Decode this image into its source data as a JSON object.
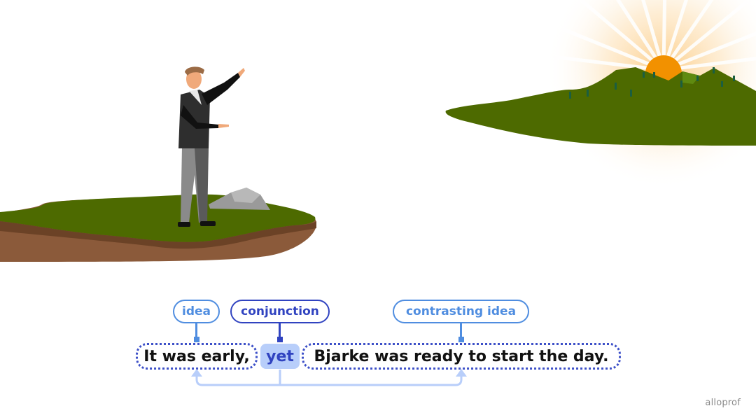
{
  "sentence": {
    "idea": "It was early,",
    "conjunction": "yet",
    "contrasting_idea": "Bjarke was ready to start the day."
  },
  "labels": {
    "idea": "idea",
    "conjunction": "conjunction",
    "contrasting_idea": "contrasting idea"
  },
  "branding": {
    "logo": "alloprof"
  },
  "colors": {
    "light_blue": "#4f8de0",
    "dark_blue": "#3043c0",
    "highlight": "#b8cefa",
    "arrow": "#b8cefa",
    "grass": "#4d6a00",
    "soil": "#8b5a3a",
    "sun": "#f29100"
  },
  "illustration": {
    "left": "man-in-suit-on-grassy-cliff-with-rock",
    "right": "sunrise-over-green-hills-with-trees"
  }
}
